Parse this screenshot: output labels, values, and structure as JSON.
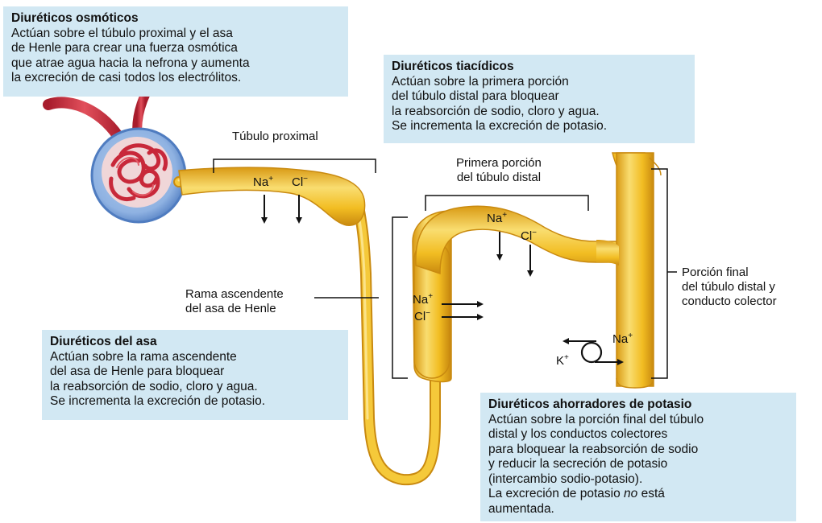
{
  "colors": {
    "box_bg": "#d2e8f3",
    "tubule_fill": "#f2bd22",
    "tubule_light": "#f9dd70",
    "tubule_edge": "#d99a14",
    "vessel_red": "#c8283a",
    "capsule_blue": "#5a88c8",
    "arrow": "#111111"
  },
  "boxes": {
    "osmotic": {
      "title": "Diuréticos osmóticos",
      "lines": [
        "Actúan sobre el túbulo proximal y el asa",
        "de Henle para crear una fuerza osmótica",
        "que atrae agua hacia la nefrona y aumenta",
        "la excreción de casi todos los electrólitos."
      ]
    },
    "thiazide": {
      "title": "Diuréticos tiacídicos",
      "lines": [
        "Actúan sobre la primera porción",
        "del túbulo distal para bloquear",
        "la reabsorción de sodio, cloro y agua.",
        "Se incrementa la excreción de potasio."
      ]
    },
    "loop": {
      "title": "Diuréticos del asa",
      "lines": [
        "Actúan sobre la rama ascendente",
        "del asa de Henle para bloquear",
        "la reabsorción de sodio, cloro y agua.",
        "Se incrementa la excreción de potasio."
      ]
    },
    "potassium": {
      "title": "Diuréticos ahorradores de potasio",
      "lines": [
        "Actúan sobre la porción final del túbulo",
        "distal y los conductos colectores",
        "para bloquear la reabsorción de sodio",
        "y reducir la secreción de potasio",
        "(intercambio sodio-potasio)."
      ],
      "last_pre": "La excreción de potasio ",
      "last_em": "no",
      "last_post": " está",
      "last_line2": "aumentada."
    }
  },
  "labels": {
    "proximal": "Túbulo proximal",
    "distal_first_1": "Primera porción",
    "distal_first_2": "del túbulo distal",
    "ascending_1": "Rama ascendente",
    "ascending_2": "del asa de Henle",
    "final_1": "Porción final",
    "final_2": "del túbulo distal y",
    "final_3": "conducto colector"
  },
  "ions": {
    "na": "Na",
    "cl": "Cl",
    "k": "K",
    "plus": "+",
    "minus": "−"
  }
}
